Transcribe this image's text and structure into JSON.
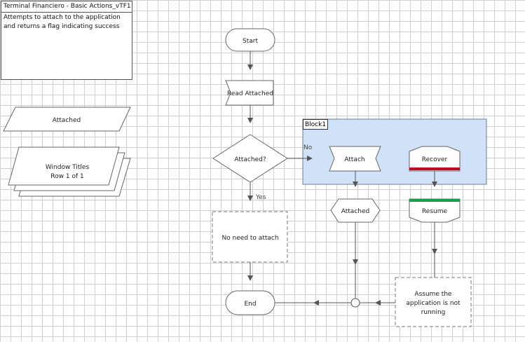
{
  "info_box": {
    "title": "Terminal Financiero  -  Basic Actions_vTF1",
    "description_line1": "Attempts to attach to the application",
    "description_line2": "and returns a flag indicating success"
  },
  "data_items": {
    "attached": "Attached",
    "window_titles_line1": "Window Titles",
    "window_titles_line2": "Row 1 of 1"
  },
  "block": {
    "label": "Block1"
  },
  "flow": {
    "start": "Start",
    "read_attached": "Read Attached",
    "decision": "Attached?",
    "no_label": "No",
    "yes_label": "Yes",
    "no_need": "No need to attach",
    "end": "End",
    "attach": "Attach",
    "attached_out": "Attached",
    "recover": "Recover",
    "resume": "Resume",
    "assume_line1": "Assume the",
    "assume_line2": "application is not",
    "assume_line3": "running"
  },
  "colors": {
    "recover_bar": "#d0021b",
    "resume_bar": "#1a9e4a",
    "block_fill": "#cfe2f7"
  }
}
